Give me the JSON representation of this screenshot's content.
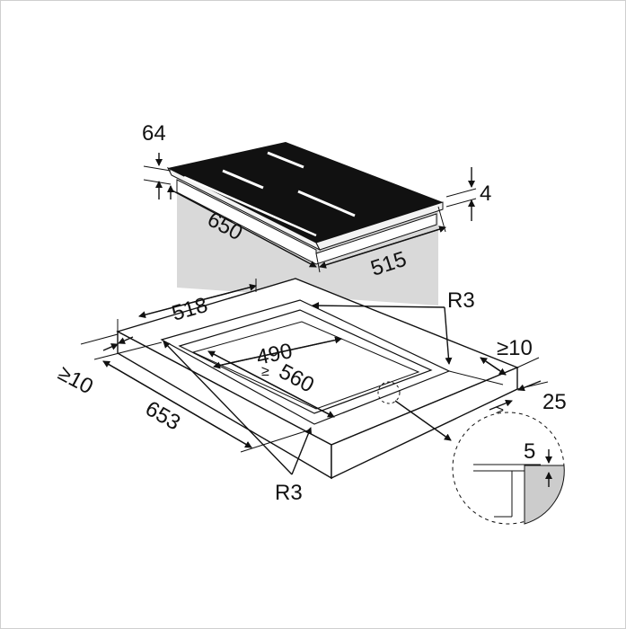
{
  "colors": {
    "hob": "#111111",
    "shade": "#d9d9d9",
    "line": "#111111",
    "bg": "#ffffff"
  },
  "labels": {
    "hob_height": "64",
    "hob_thickness": "4",
    "hob_depth": "650",
    "hob_width": "515",
    "cutout_outer_depth": "518",
    "radius_top": "R3",
    "cutout_width": "490",
    "cutout_depth": "560",
    "min_left": "≥10",
    "min_right": "≥10",
    "worktop_depth": "653",
    "worktop_thickness": "25",
    "radius_bottom": "R3",
    "detail_gap": "5"
  }
}
